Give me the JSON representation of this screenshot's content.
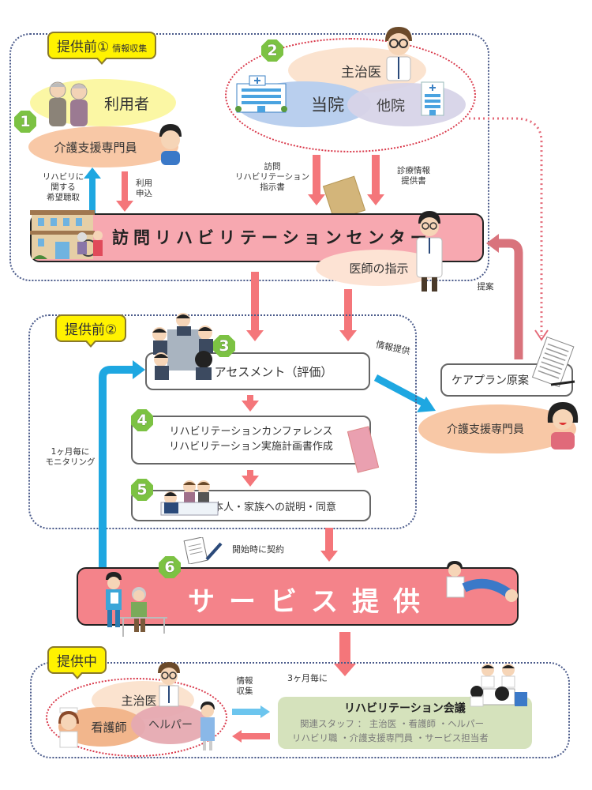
{
  "stage1": {
    "tag_main": "提供前①",
    "tag_sub": "情報収集",
    "step1_badge": "1",
    "user_label": "利用者",
    "care_manager_label": "介護支援専門員",
    "up_arrow_label": "リハビリに\n関する\n希望聴取",
    "down_arrow_label": "利用\n申込",
    "step2_badge": "2",
    "attending_doctor_label": "主治医",
    "our_hospital_label": "当院",
    "other_hospital_label": "他院",
    "instruction_doc_label": "訪問\nリハビリテーション\n指示書",
    "medical_info_label": "診療情報\n提供書",
    "center_label": "訪問リハビリテーションセンター",
    "doctor_instruction_label": "医師の指示"
  },
  "proposal": {
    "label": "提案",
    "care_plan_draft": "ケアプラン原案",
    "care_manager_label": "介護支援専門員",
    "info_provide_label": "情報提供"
  },
  "stage2": {
    "tag_main": "提供前②",
    "step3_badge": "3",
    "assessment_label": "アセスメント（評価）",
    "step4_badge": "4",
    "conference_line1": "リハビリテーションカンファレンス",
    "conference_line2": "リハビリテーション実施計画書作成",
    "step5_badge": "5",
    "consent_label": "本人・家族への説明・同意",
    "monitoring_label": "1ヶ月毎に\nモニタリング"
  },
  "service": {
    "contract_label": "開始時に契約",
    "step6_badge": "6",
    "service_label": "サービス提供"
  },
  "stage3": {
    "tag_main": "提供中",
    "attending_doctor_label": "主治医",
    "nurse_label": "看護師",
    "helper_label": "ヘルパー",
    "info_collect_label": "情報\n収集",
    "every3months_label": "3ヶ月毎に",
    "meeting_title": "リハビリテーション会議",
    "meeting_staff_line1": "関連スタッフ ： 主治医 ・看護師 ・ヘルパー",
    "meeting_staff_line2": "リハビリ職 ・介護支援専門員 ・サービス担当者"
  },
  "colors": {
    "red_arrow": "#f4767a",
    "blue_arrow": "#1ea7e1",
    "tag_yellow": "#fff200",
    "badge_green": "#7cc243",
    "band_pink": "#f7a8b0",
    "service_band": "#f4838a",
    "meeting_green": "#d5e2bc"
  }
}
